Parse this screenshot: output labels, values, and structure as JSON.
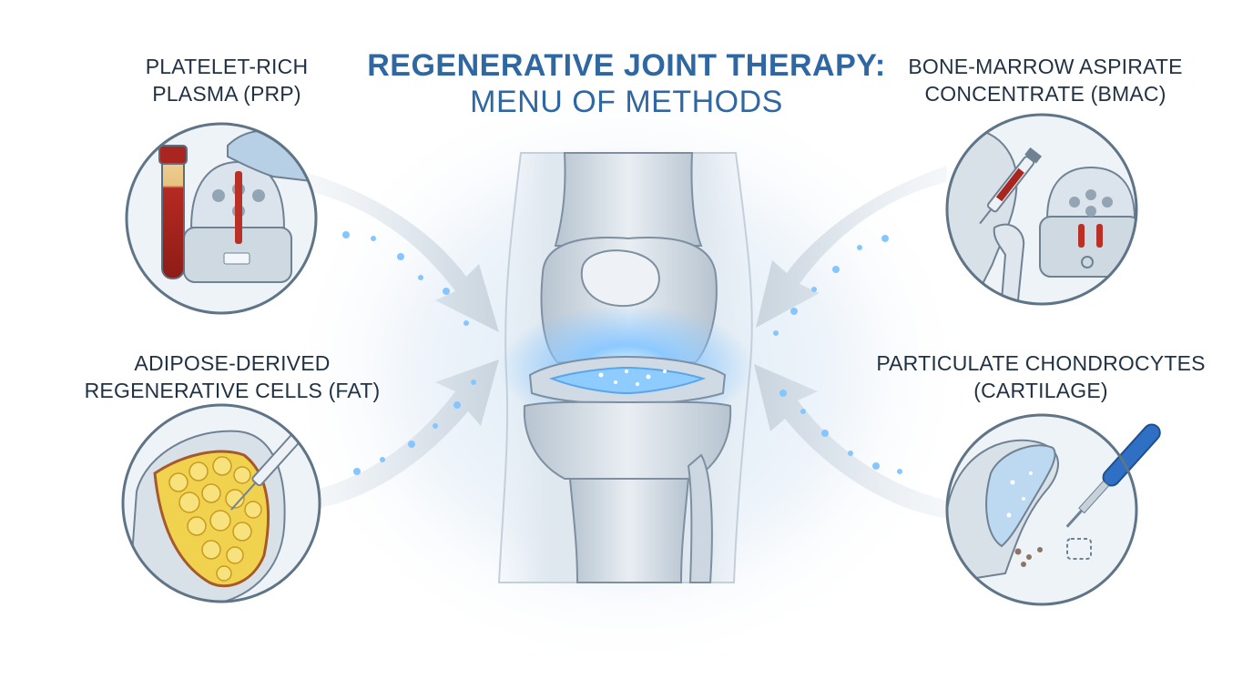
{
  "title": {
    "line1": "REGENERATIVE JOINT THERAPY:",
    "line2": "MENU OF METHODS"
  },
  "methods": {
    "prp": {
      "line1": "PLATELET-RICH",
      "line2": "PLASMA (PRP)"
    },
    "bmac": {
      "line1": "BONE-MARROW ASPIRATE",
      "line2": "CONCENTRATE (BMAC)"
    },
    "fat": {
      "line1": "ADIPOSE-DERIVED",
      "line2": "REGENERATIVE CELLS (FAT)"
    },
    "cartilage": {
      "line1": "PARTICULATE CHONDROCYTES",
      "line2": "(CARTILAGE)"
    }
  },
  "colors": {
    "title": "#2f67a3",
    "outline": "#5f7486",
    "bone": "#d7dfe7",
    "glow": "#5fb4ff",
    "blood": "#a8261f",
    "fat": "#f1d24f",
    "tool_blue": "#2f6fc4"
  }
}
